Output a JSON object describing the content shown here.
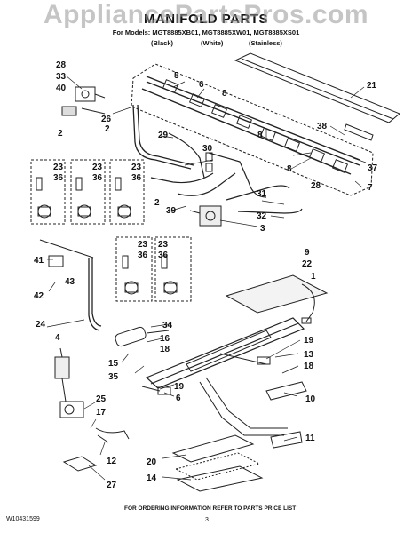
{
  "watermark": "AppliancePartsPros.com",
  "header": {
    "title": "MANIFOLD PARTS",
    "models_line": "For Models: MGT8885XB01, MGT8885XW01, MGT8885XS01",
    "variants": [
      "(Black)",
      "(White)",
      "(Stainless)"
    ]
  },
  "callouts": {
    "c28a": "28",
    "c33": "33",
    "c40": "40",
    "c26": "26",
    "c5": "5",
    "c6": "6",
    "c8a": "8",
    "c21": "21",
    "c38": "38",
    "c8b": "8",
    "c37": "37",
    "c8c": "8",
    "c28b": "28",
    "c7": "7",
    "c2a": "2",
    "c2b": "2",
    "c23a": "23",
    "c36a": "36",
    "c23b": "23",
    "c36b": "36",
    "c23c": "23",
    "c36c": "36",
    "c29": "29",
    "c30": "30",
    "c31": "31",
    "c39": "39",
    "c32": "32",
    "c3": "3",
    "c2c": "2",
    "c23d": "23",
    "c36d": "36",
    "c23e": "23",
    "c36e": "36",
    "c41": "41",
    "c42": "42",
    "c43": "43",
    "c24": "24",
    "c9": "9",
    "c22": "22",
    "c1": "1",
    "c4": "4",
    "c34": "34",
    "c16": "16",
    "c18a": "18",
    "c15": "15",
    "c35": "35",
    "c19a": "19",
    "c13": "13",
    "c18b": "18",
    "c19b": "19",
    "c6b": "6",
    "c25": "25",
    "c17": "17",
    "c10": "10",
    "c11": "11",
    "c12": "12",
    "c20": "20",
    "c14": "14",
    "c27": "27"
  },
  "footer": {
    "order_info": "FOR ORDERING INFORMATION REFER TO PARTS PRICE LIST",
    "doc_number": "W10431599",
    "page_number": "3"
  }
}
